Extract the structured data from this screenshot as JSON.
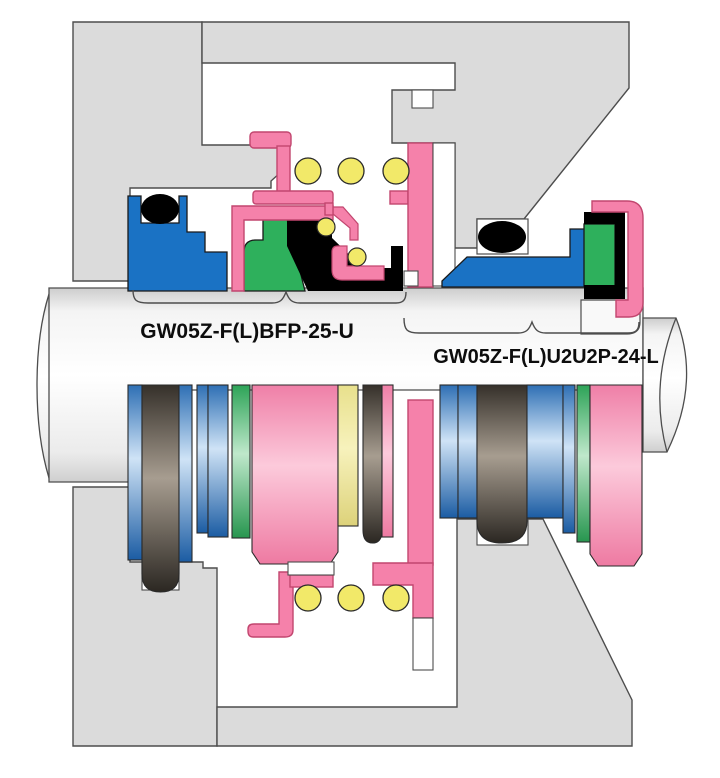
{
  "diagram": {
    "type": "mechanical-seal-cross-section",
    "labels": {
      "left_seal": "GW05Z-F(L)BFP-25-U",
      "right_seal": "GW05Z-F(L)U2U2P-24-L"
    },
    "colors": {
      "housing": "#dbdbdb",
      "outline": "#4d4d4d",
      "blue": "#1a72c4",
      "green": "#2eb05c",
      "pink": "#f581aa",
      "pink_stroke": "#c2466f",
      "yellow": "#f2e969",
      "black": "#000000",
      "white": "#ffffff",
      "shaft": "#f5f5f5",
      "label_text": "#0d0d0d"
    }
  }
}
